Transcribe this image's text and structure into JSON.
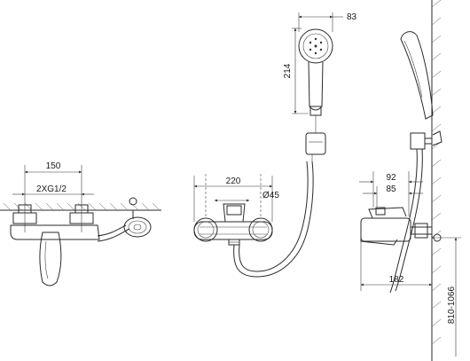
{
  "drawing": {
    "top_view": {
      "spacing_150": "150",
      "thread_2xg12": "2XG1/2"
    },
    "front_view": {
      "width_220": "220",
      "diameter_45": "Ø45"
    },
    "hand_shower": {
      "head_width_83": "83",
      "length_214": "214"
    },
    "side_view": {
      "depth_92": "92",
      "depth_85": "85",
      "depth_182": "182",
      "mount_height_810_1066": "810-1066"
    }
  }
}
